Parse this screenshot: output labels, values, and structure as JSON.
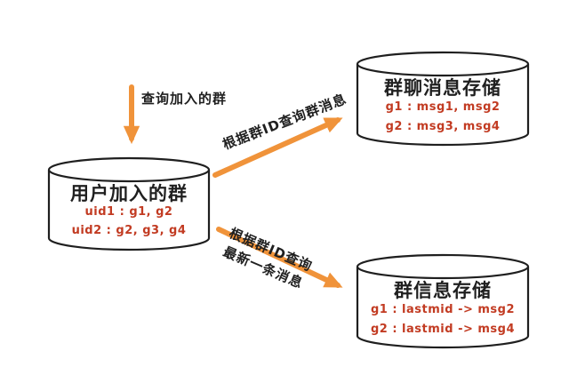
{
  "nodes": {
    "user_groups": {
      "title": "用户加入的群",
      "rows": [
        "uid1 : g1, g2",
        "uid2 : g2, g3, g4"
      ]
    },
    "group_messages": {
      "title": "群聊消息存储",
      "rows": [
        "g1 : msg1, msg2",
        "g2 : msg3, msg4"
      ]
    },
    "group_info": {
      "title": "群信息存储",
      "rows": [
        "g1 : lastmid -> msg2",
        "g2 : lastmid -> msg4"
      ]
    }
  },
  "edges": {
    "query_joined": {
      "label": "查询加入的群"
    },
    "query_group_messages": {
      "label": "根据群ID查询群消息"
    },
    "query_latest_message": {
      "label_line1": "根据群ID查询",
      "label_line2": "最新一条消息"
    }
  },
  "colors": {
    "arrow": "#f0933a",
    "outline": "#1f1f1f",
    "data_text": "#c23b22"
  }
}
